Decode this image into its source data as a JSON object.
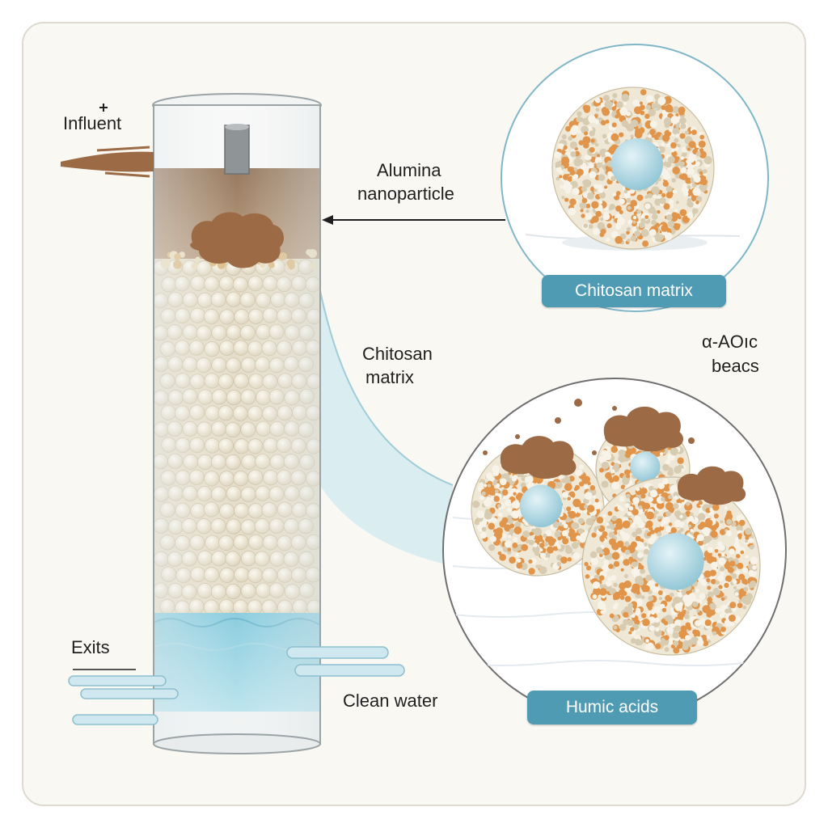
{
  "labels": {
    "influent": "Influent",
    "alumina_line1": "Alumina",
    "alumina_line2": "nanoparticle",
    "chitosan_line1": "Chitosan",
    "chitosan_line2": "matrix",
    "beads_line1": "α-AOıc",
    "beads_line2": "beacs",
    "exits": "Exits",
    "clean_water": "Clean water"
  },
  "badges": {
    "top_circle": "Chitosan matrix",
    "bottom_circle": "Humic acids"
  },
  "colors": {
    "panel_bg": "#faf8f3",
    "water": "#8fd0e0",
    "bead": "#efe8d6",
    "humic": "#9c6b45",
    "badge": "#4f9bb4",
    "core": "#b9dbe5"
  }
}
